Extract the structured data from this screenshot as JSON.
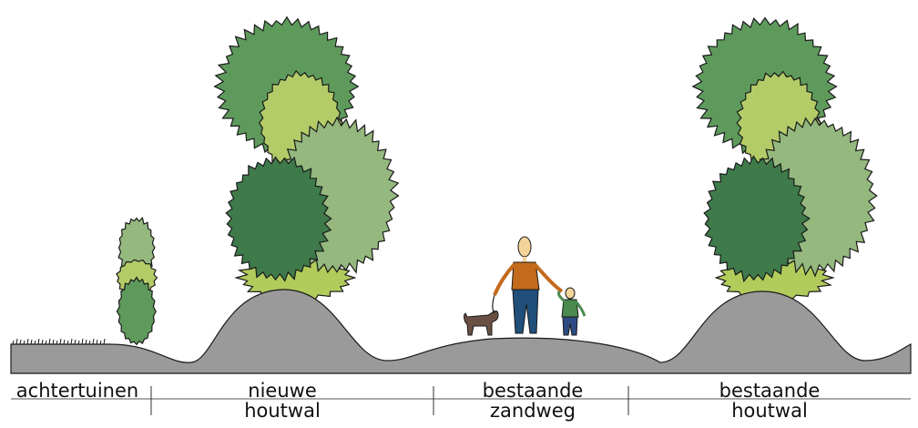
{
  "labels": {
    "achtertuinen": "achtertuinen",
    "nieuwe": "nieuwe",
    "houtwal_1": "houtwal",
    "bestaande_1": "bestaande",
    "zandweg": "zandweg",
    "bestaande_2": "bestaande",
    "houtwal_2": "houtwal"
  },
  "colors": {
    "ground": "#9a9a9a",
    "outline": "#1a1a1a",
    "tree_dark": "#3e7a4a",
    "tree_mid": "#5e9a5c",
    "tree_sage": "#94b87e",
    "tree_light": "#b4cc68",
    "shrub": "#b2cc5c",
    "shirt_adult": "#c46a1c",
    "pants_adult": "#1f4f7a",
    "skin": "#f2d49a",
    "shirt_child": "#4a8a4e",
    "pants_child": "#2d4b82",
    "dog": "#6a5043"
  }
}
